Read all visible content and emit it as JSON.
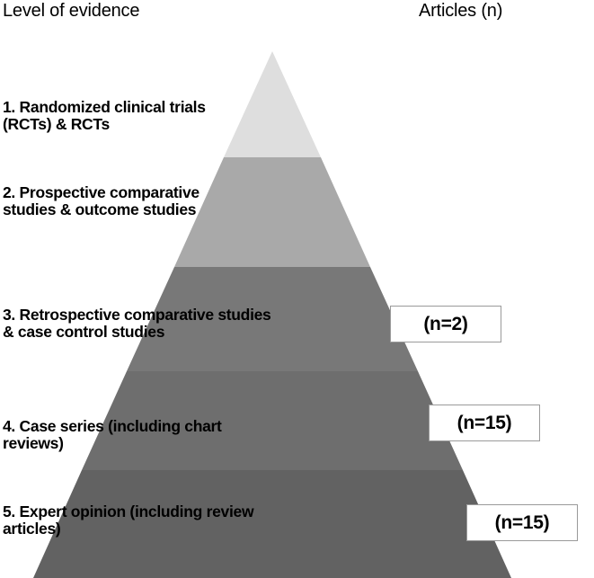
{
  "headers": {
    "left": "Level of evidence",
    "right": "Articles (n)"
  },
  "chart_data": {
    "type": "pyramid",
    "title": "Level of evidence",
    "xlabel": "",
    "ylabel": "",
    "categories": [
      "1. Randomized clinical trials (RCTs) & RCTs",
      "2. Prospective comparative studies & outcome studies",
      "3. Retrospective comparative studies & case control studies",
      "4. Case series (including chart reviews)",
      "5. Expert opinion (including review articles)"
    ],
    "values": [
      null,
      null,
      2,
      15,
      15
    ],
    "value_labels": [
      "",
      "",
      "(n=2)",
      "(n=15)",
      "(n=15)"
    ],
    "colors": [
      "#dedede",
      "#a9a9a9",
      "#787878",
      "#6e6e6e",
      "#626262"
    ],
    "legend": [],
    "grid": false
  },
  "levels": [
    {
      "id": "level-1",
      "label": "1. Randomized clinical trials\n(RCTs) & RCTs",
      "color": "#dedede",
      "count_label": ""
    },
    {
      "id": "level-2",
      "label": "2. Prospective comparative\nstudies & outcome studies",
      "color": "#a9a9a9",
      "count_label": ""
    },
    {
      "id": "level-3",
      "label": "3. Retrospective comparative studies\n& case control studies",
      "color": "#787878",
      "count_label": "(n=2)"
    },
    {
      "id": "level-4",
      "label": "4. Case series (including chart\nreviews)",
      "color": "#6e6e6e",
      "count_label": "(n=15)"
    },
    {
      "id": "level-5",
      "label": "5. Expert opinion (including review\narticles)",
      "color": "#626262",
      "count_label": "(n=15)"
    }
  ],
  "callouts": [
    {
      "id": "callout-level-3",
      "text": "(n=2)"
    },
    {
      "id": "callout-level-4",
      "text": "(n=15)"
    },
    {
      "id": "callout-level-5",
      "text": "(n=15)"
    }
  ],
  "palette": {
    "background": "#ffffff",
    "text": "#000000",
    "box_border": "#9a9a9a",
    "box_fill": "#ffffff"
  }
}
